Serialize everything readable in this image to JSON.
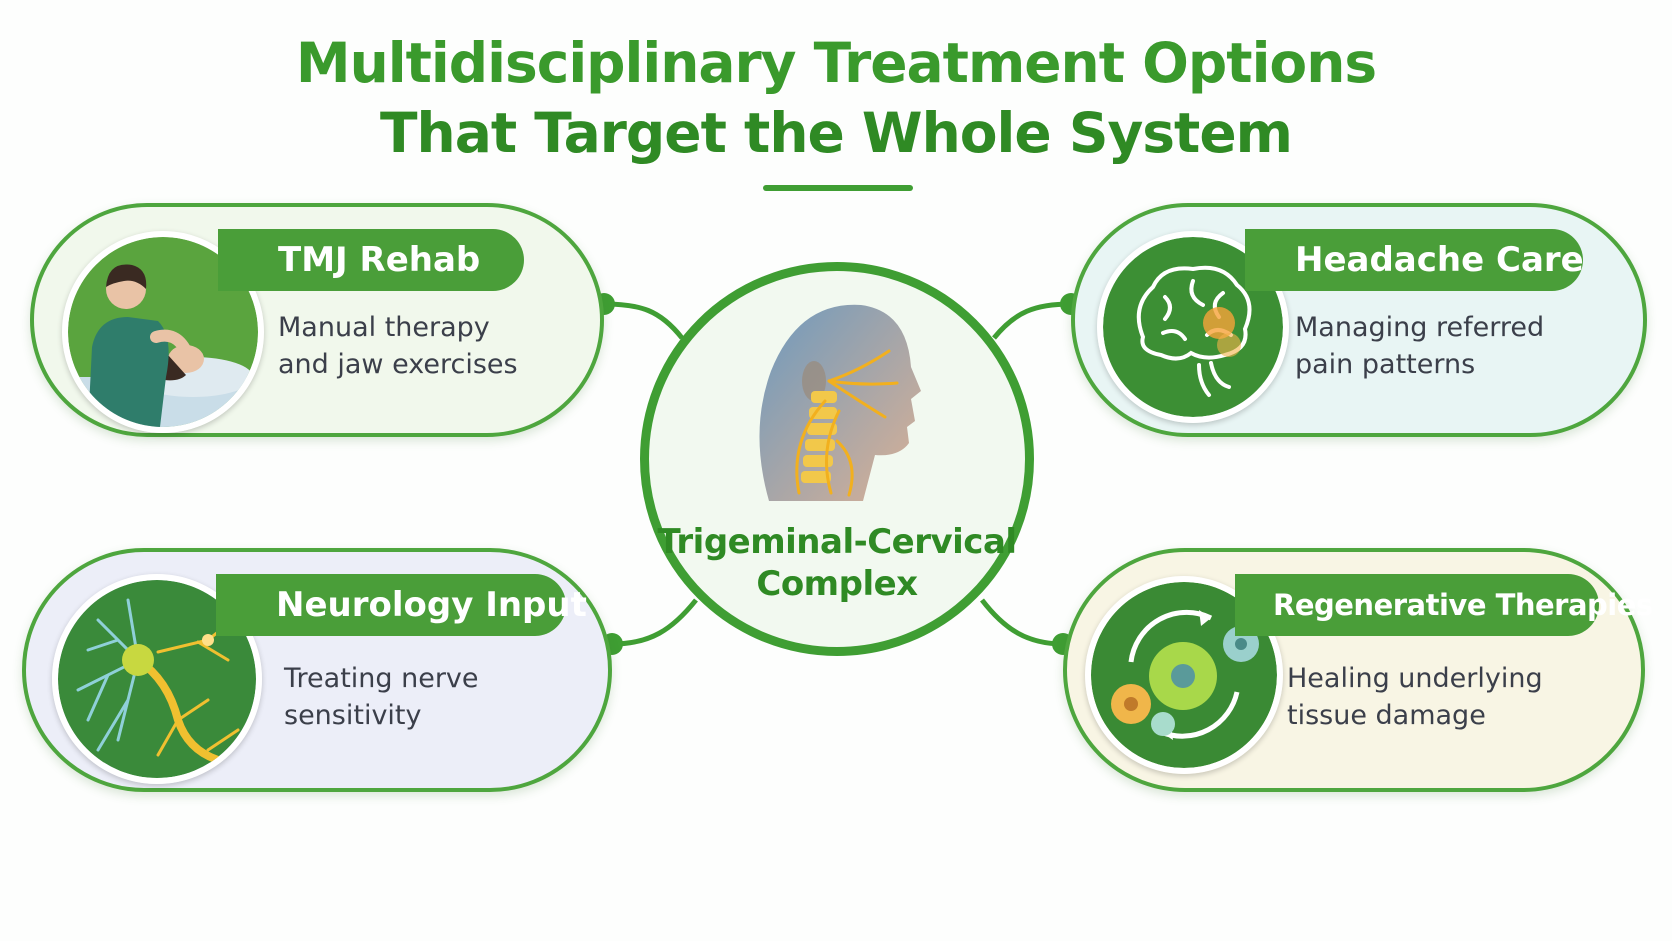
{
  "title": {
    "line1": "Multidisciplinary Treatment Options",
    "line2": "That Target the Whole System"
  },
  "hub": {
    "line1": "Trigeminal-Cervical",
    "line2": "Complex",
    "illustration": "head-neck-nerves-illustration"
  },
  "cards": {
    "tmj": {
      "title": "TMJ Rehab",
      "desc_line1": "Manual therapy",
      "desc_line2": "and jaw exercises",
      "illustration": "therapist-jaw-treatment",
      "background": "#f1f8ec"
    },
    "headache": {
      "title": "Headache Care",
      "desc_line1": "Managing referred",
      "desc_line2": "pain patterns",
      "illustration": "brain-outline-icon",
      "background": "#e8f5f4"
    },
    "neurology": {
      "title": "Neurology Input",
      "desc_line1": "Treating nerve",
      "desc_line2": "sensitivity",
      "illustration": "neuron-icon",
      "background": "#eceef8"
    },
    "regenerative": {
      "title": "Regenerative Therapies",
      "desc_line1": "Healing underlying",
      "desc_line2": "tissue damage",
      "illustration": "cells-cycle-icon",
      "background": "#f8f5e4"
    }
  },
  "colors": {
    "primary_green": "#3f9e33",
    "title_green": "#3a9a2c",
    "pill_green": "#4a9e39",
    "text_dark": "#3b3f4a"
  }
}
